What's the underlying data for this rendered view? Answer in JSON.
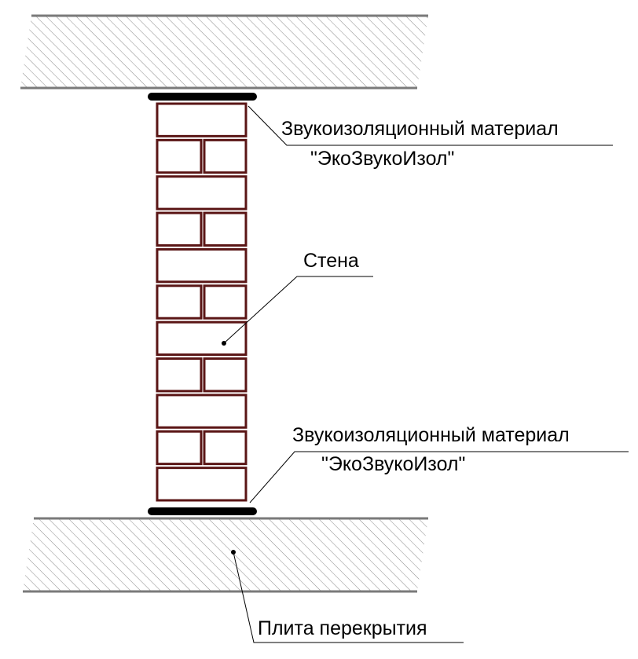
{
  "labels": {
    "top_material_line1": "Звукоизоляционный материал",
    "top_material_line2": "\"ЭкоЗвукоИзол\"",
    "wall": "Стена",
    "bottom_material_line1": "Звукоизоляционный материал",
    "bottom_material_line2": "\"ЭкоЗвукоИзол\"",
    "floor_slab": "Плита перекрытия"
  },
  "colors": {
    "brick_outline": "#5a1515",
    "slab_hatch": "#8c8c8c",
    "slab_edge": "#7a7a7a",
    "insulation": "#000000",
    "leader": "#000000"
  },
  "wall": {
    "courses": [
      "full",
      "split",
      "full",
      "split",
      "full",
      "split",
      "full",
      "split",
      "full",
      "split",
      "full"
    ]
  }
}
